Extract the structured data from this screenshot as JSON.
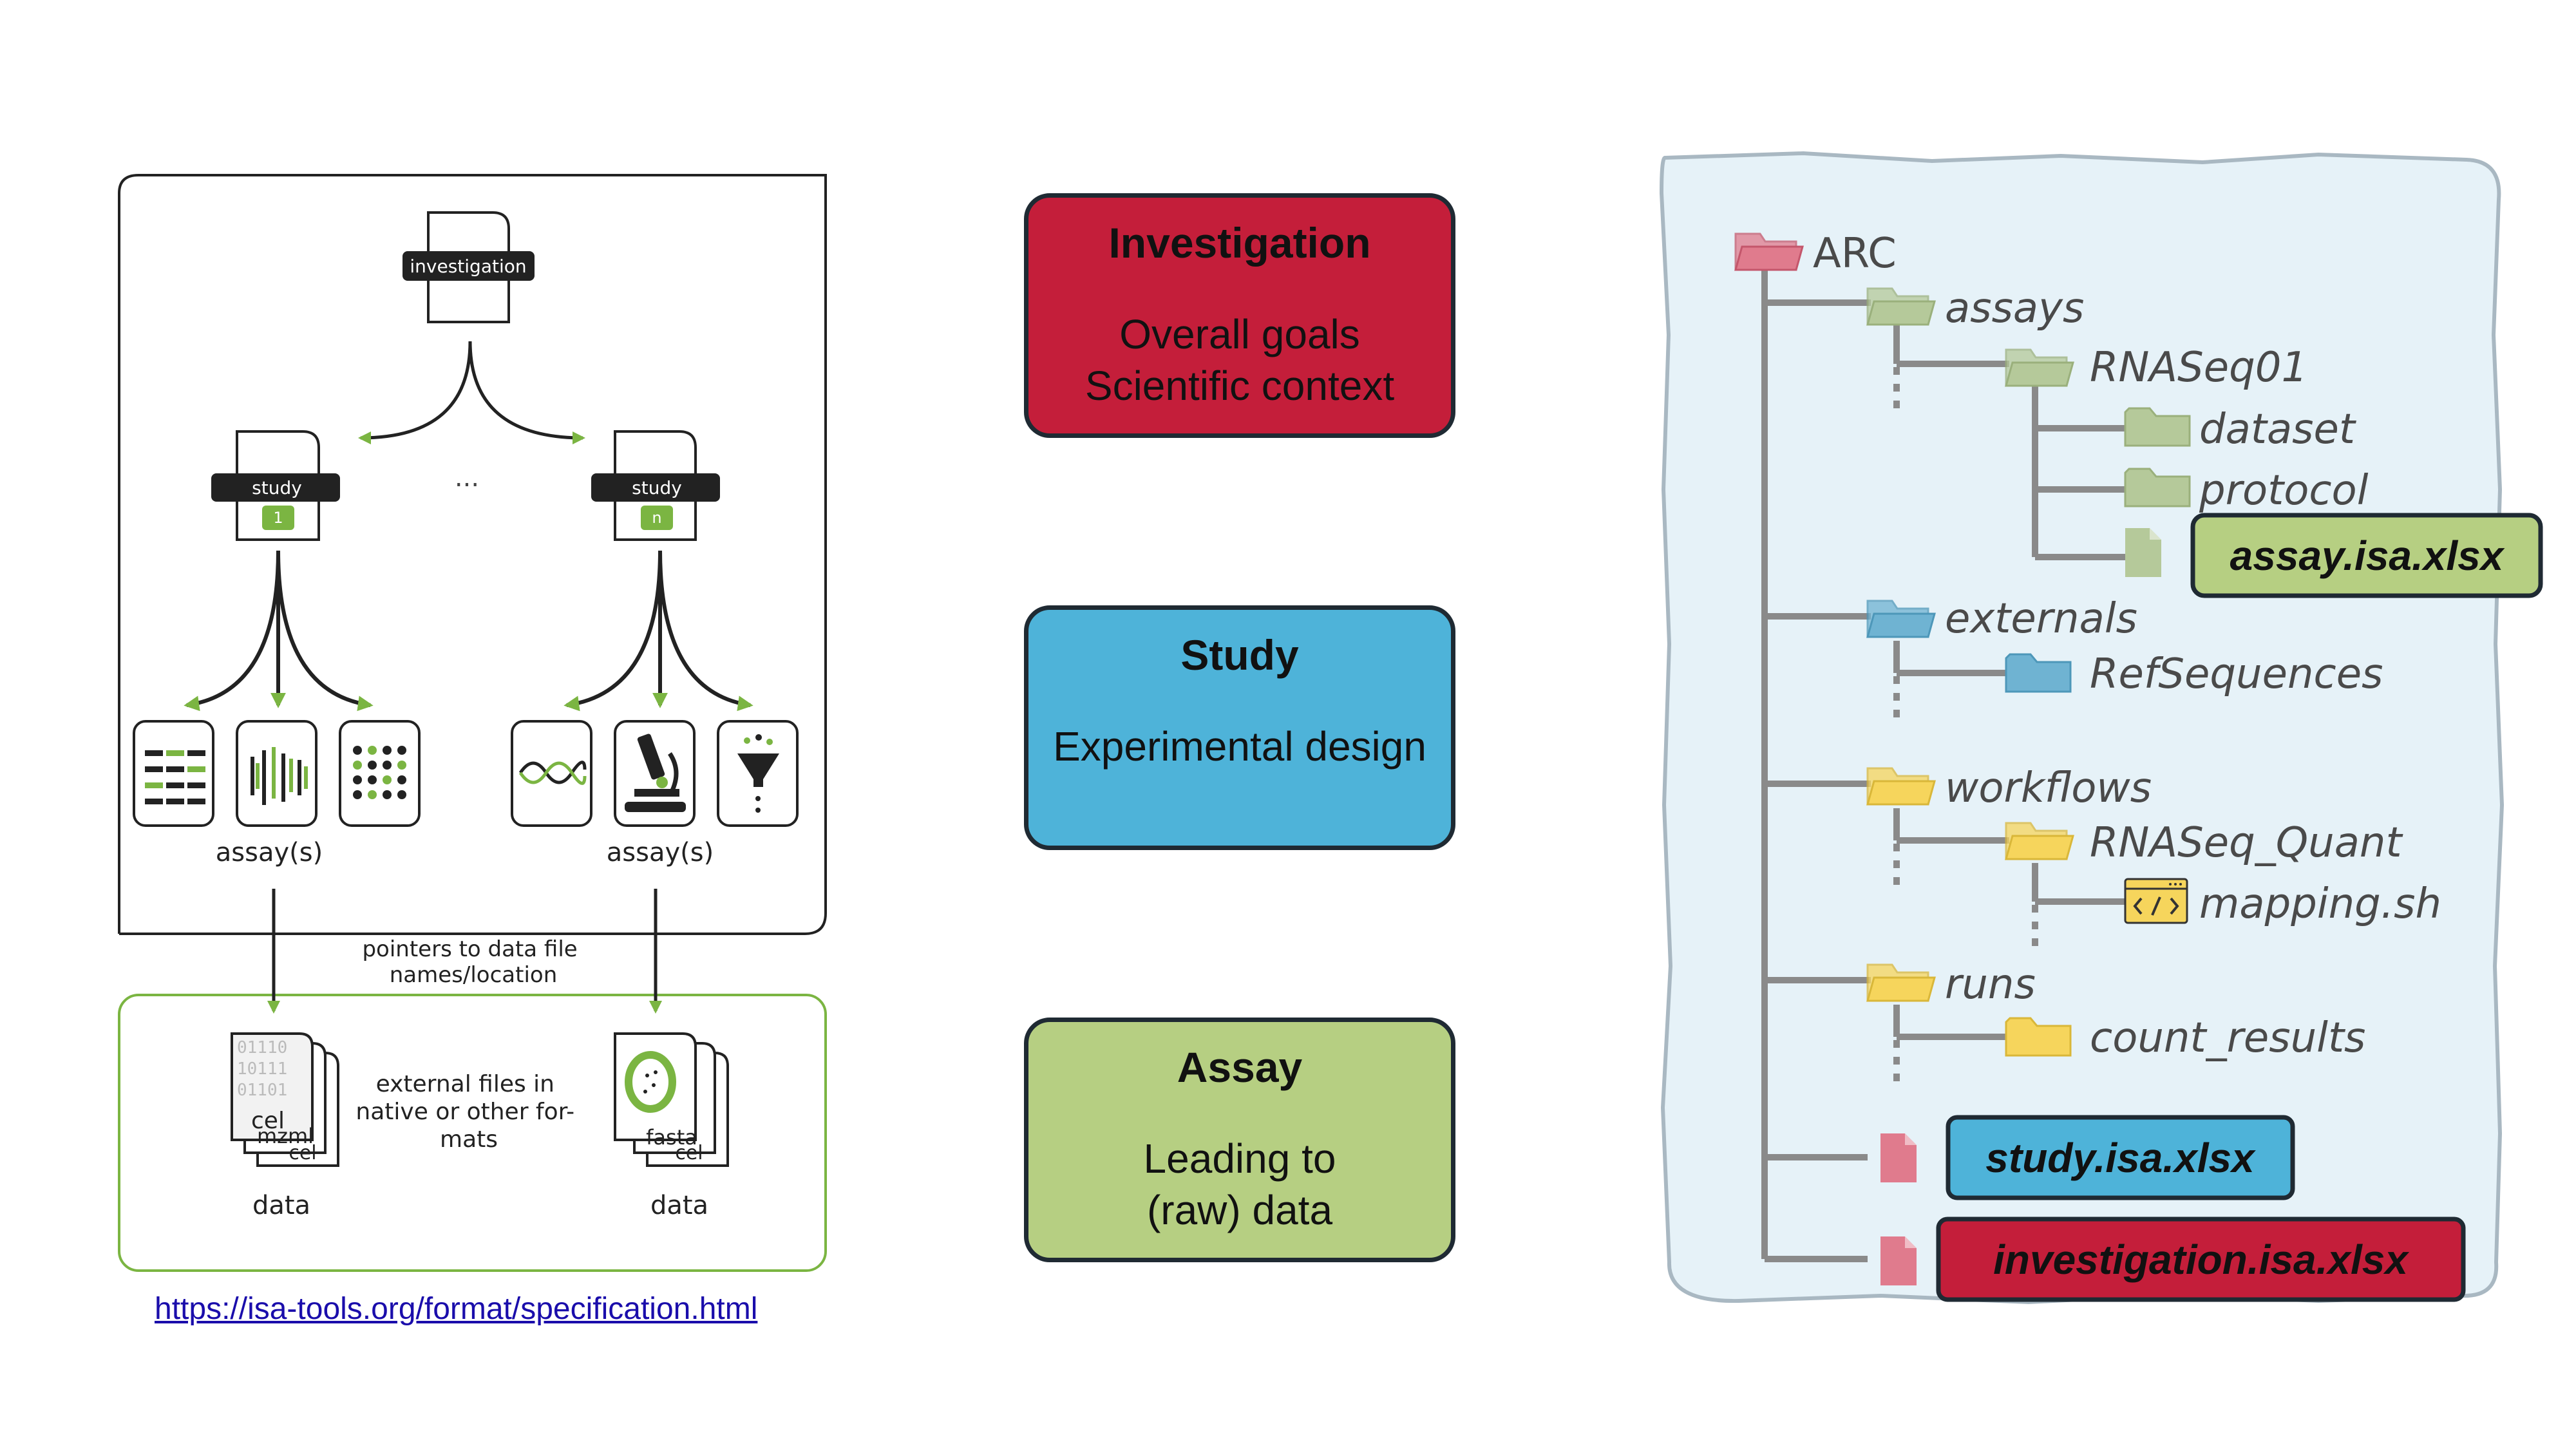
{
  "isa_diagram": {
    "investigation_label": "investigation",
    "study_label": "study",
    "study_first_badge": "1",
    "study_last_badge": "n",
    "ellipsis": "...",
    "assays_label": "assay(s)",
    "pointer_text": [
      "pointers to data file",
      "names/location"
    ],
    "external_text": [
      "external files in",
      "native or other for-",
      "mats"
    ],
    "data_label": "data",
    "file_labels": [
      "cel",
      "mzml",
      "cel",
      "fasta",
      "cel"
    ],
    "binary_lines": [
      "01110",
      "10111",
      "01101"
    ],
    "link_text": "https://isa-tools.org/format/specification.html"
  },
  "center_boxes": {
    "investigation": {
      "title": "Investigation",
      "lines": [
        "Overall goals",
        "Scientific context"
      ],
      "color": "#c41e3a"
    },
    "study": {
      "title": "Study",
      "lines": [
        "Experimental design"
      ],
      "color": "#4eb3d9"
    },
    "assay": {
      "title": "Assay",
      "lines": [
        "Leading to",
        "(raw) data"
      ],
      "color": "#b6cf82"
    }
  },
  "arc_tree": {
    "panel_color": "#e6f2f8",
    "nodes": {
      "arc": "ARC",
      "assays": "assays",
      "rnaseq01": "RNASeq01",
      "dataset": "dataset",
      "protocol": "protocol",
      "assay_file": "assay.isa.xlsx",
      "externals": "externals",
      "refsequences": "RefSequences",
      "workflows": "workflows",
      "rnaseq_quant": "RNASeq_Quant",
      "mapping": "mapping.sh",
      "runs": "runs",
      "count_results": "count_results",
      "study_file": "study.isa.xlsx",
      "investigation_file": "investigation.isa.xlsx"
    },
    "colors": {
      "arc_folder": "#e07b8d",
      "assays_folder": "#b5c99a",
      "externals_folder": "#6fb3d2",
      "workflows_folder": "#f6d55c",
      "accent_green": "#7bb542"
    }
  }
}
